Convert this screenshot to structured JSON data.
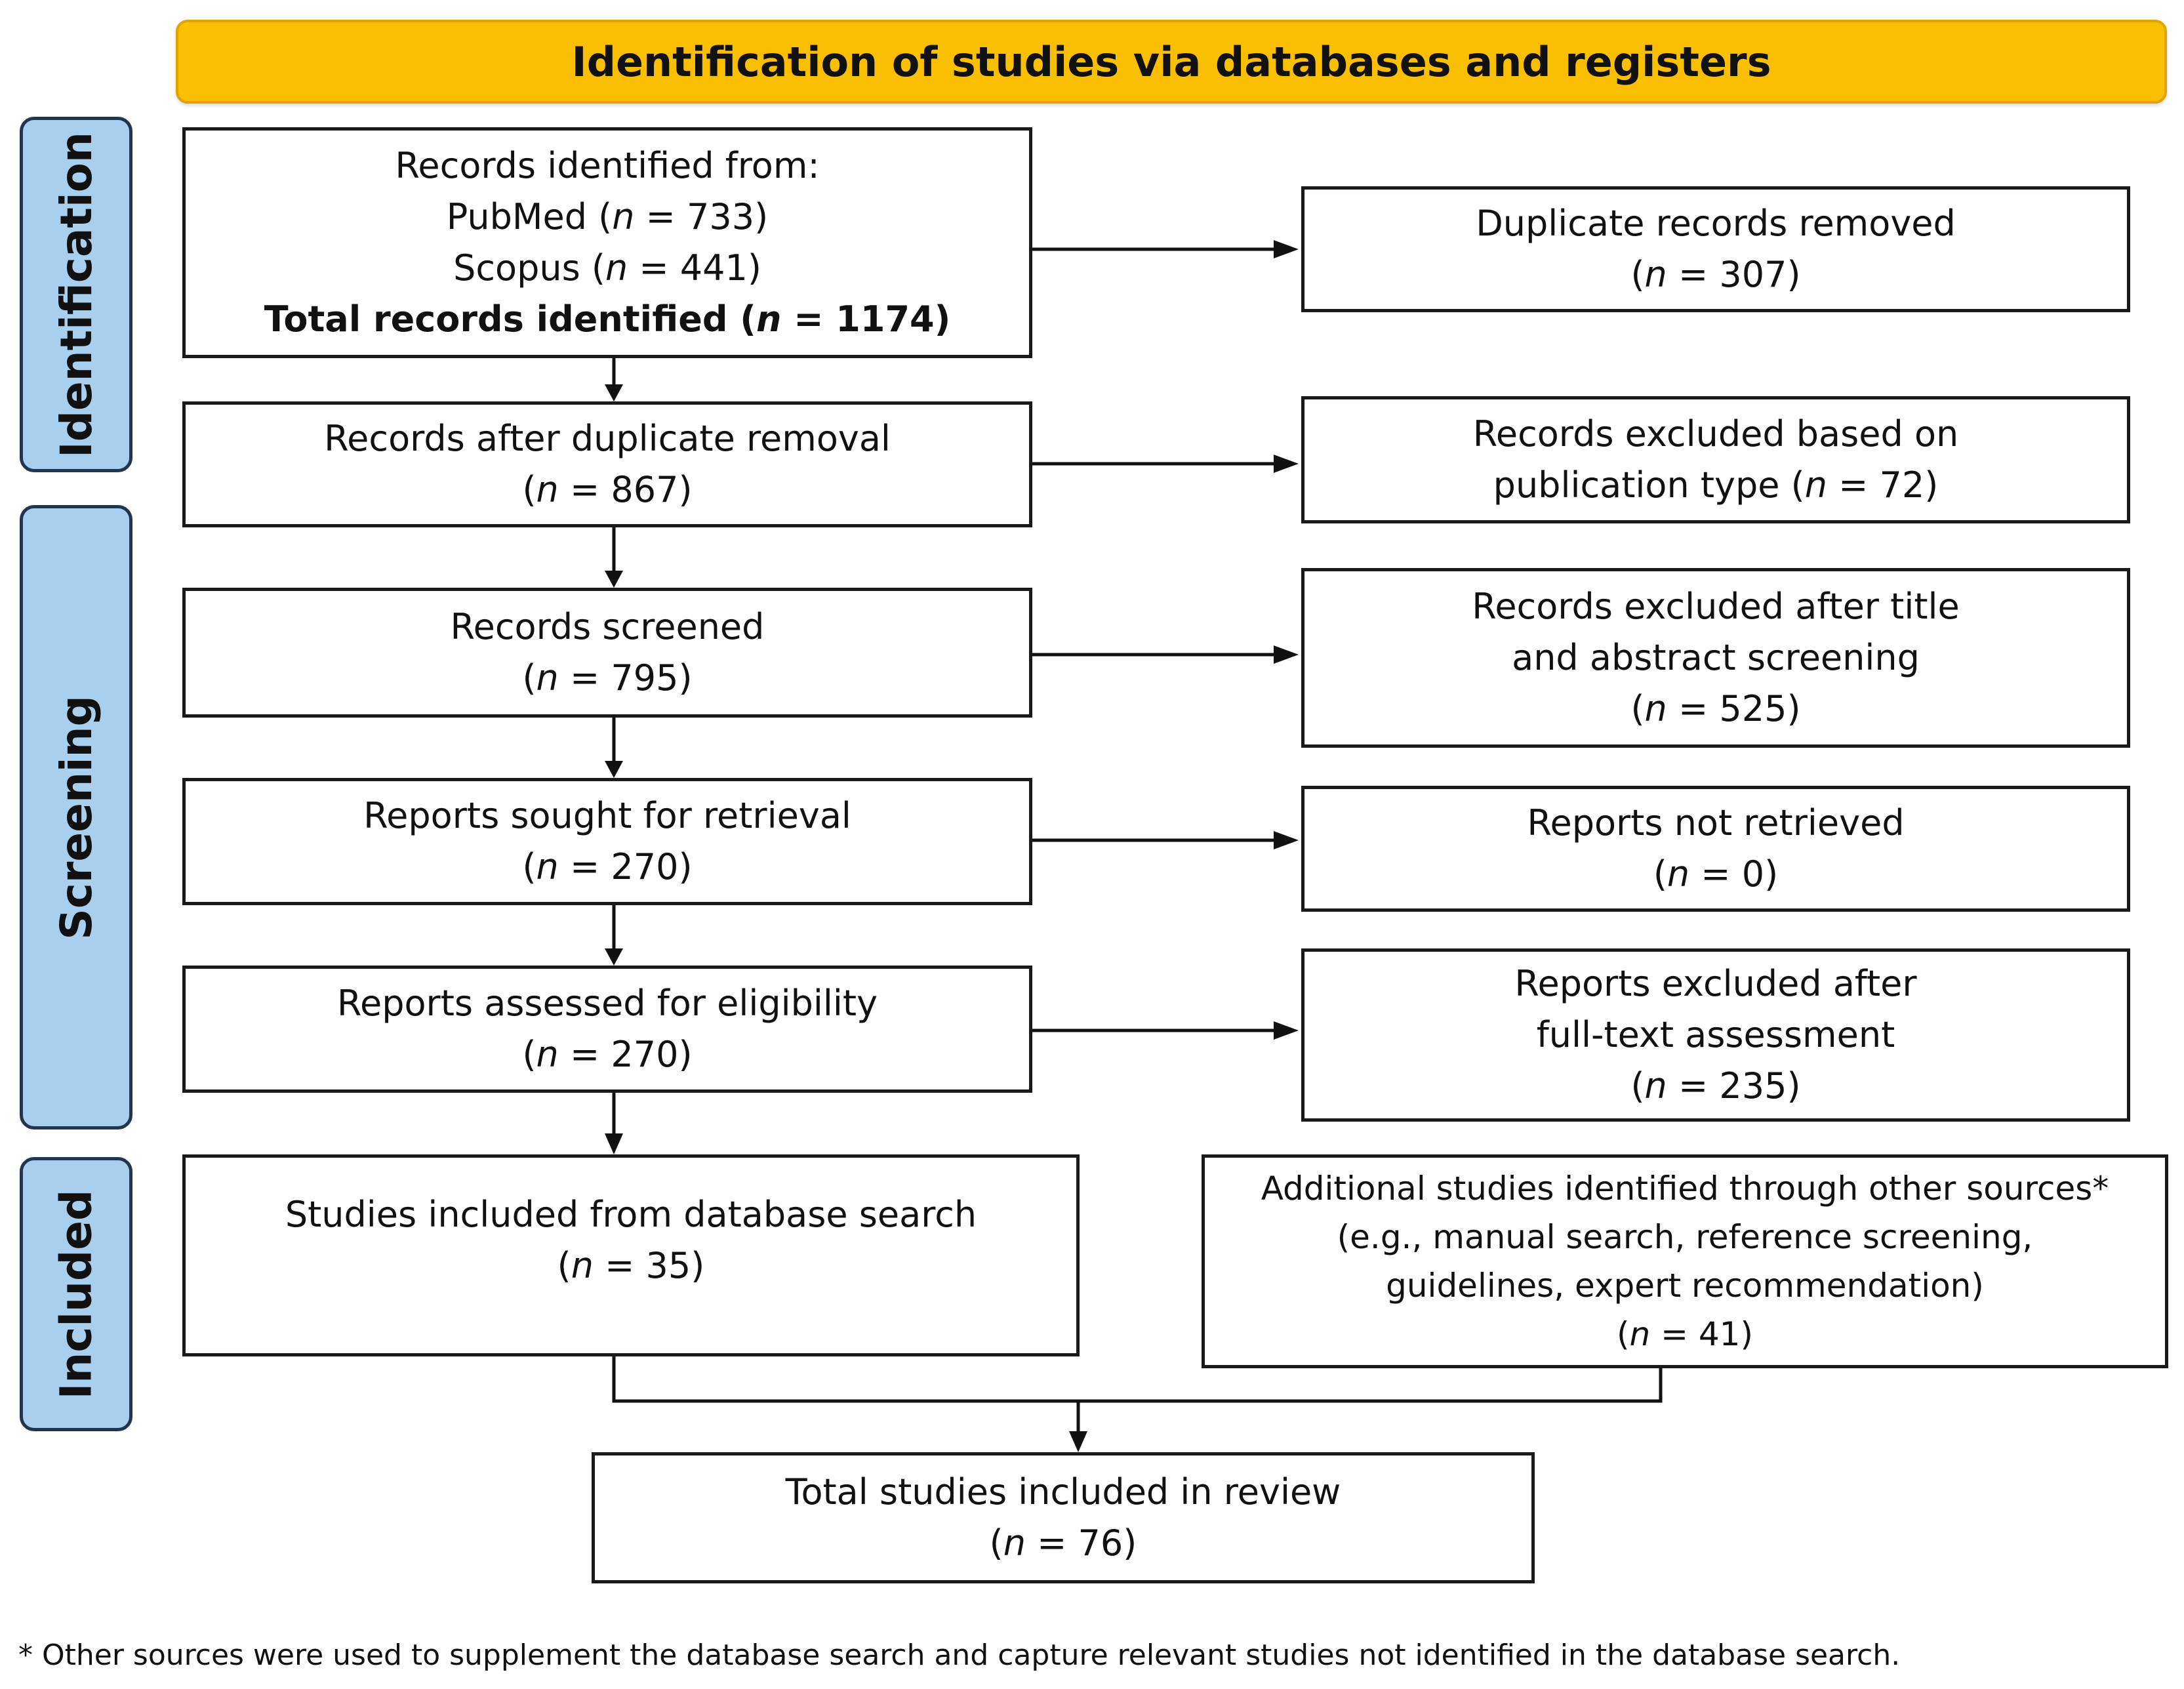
{
  "header": {
    "title": "Identification of studies via databases and registers",
    "banner_color": "#f9bf00"
  },
  "phases": {
    "identification": "Identification",
    "screening": "Screening",
    "included": "Included",
    "color": "#a9cfee"
  },
  "boxes": {
    "records_identified": {
      "heading": "Records identified from:",
      "pubmed_label": "PubMed",
      "pubmed_n": "733",
      "scopus_label": "Scopus",
      "scopus_n": "441",
      "total_label": "Total records identified",
      "total_n": "1174"
    },
    "duplicates_removed": {
      "label": "Duplicate records removed",
      "n": "307"
    },
    "after_duplicate_removal": {
      "label": "Records after duplicate removal",
      "n": "867"
    },
    "excluded_publication_type": {
      "label_1": "Records excluded based on",
      "label_2": "publication type",
      "n": "72"
    },
    "records_screened": {
      "label": "Records screened",
      "n": "795"
    },
    "excluded_title_abstract": {
      "label_1": "Records excluded after title",
      "label_2": "and abstract screening",
      "n": "525"
    },
    "sought_for_retrieval": {
      "label": "Reports sought for retrieval",
      "n": "270"
    },
    "not_retrieved": {
      "label": "Reports not retrieved",
      "n": "0"
    },
    "assessed_eligibility": {
      "label": "Reports assessed for eligibility",
      "n": "270"
    },
    "excluded_full_text": {
      "label_1": "Reports excluded after",
      "label_2": "full-text assessment",
      "n": "235"
    },
    "included_database": {
      "label": "Studies included from database search",
      "n": "35"
    },
    "additional_studies": {
      "label_1": "Additional studies identified through other sources*",
      "label_2": "(e.g., manual search, reference screening,",
      "label_3": "guidelines, expert recommendation)",
      "n": "41"
    },
    "total_included": {
      "label": "Total studies included in review",
      "n": "76"
    }
  },
  "footnote": "* Other sources were used to supplement the database search and capture relevant studies not identified in the database search."
}
